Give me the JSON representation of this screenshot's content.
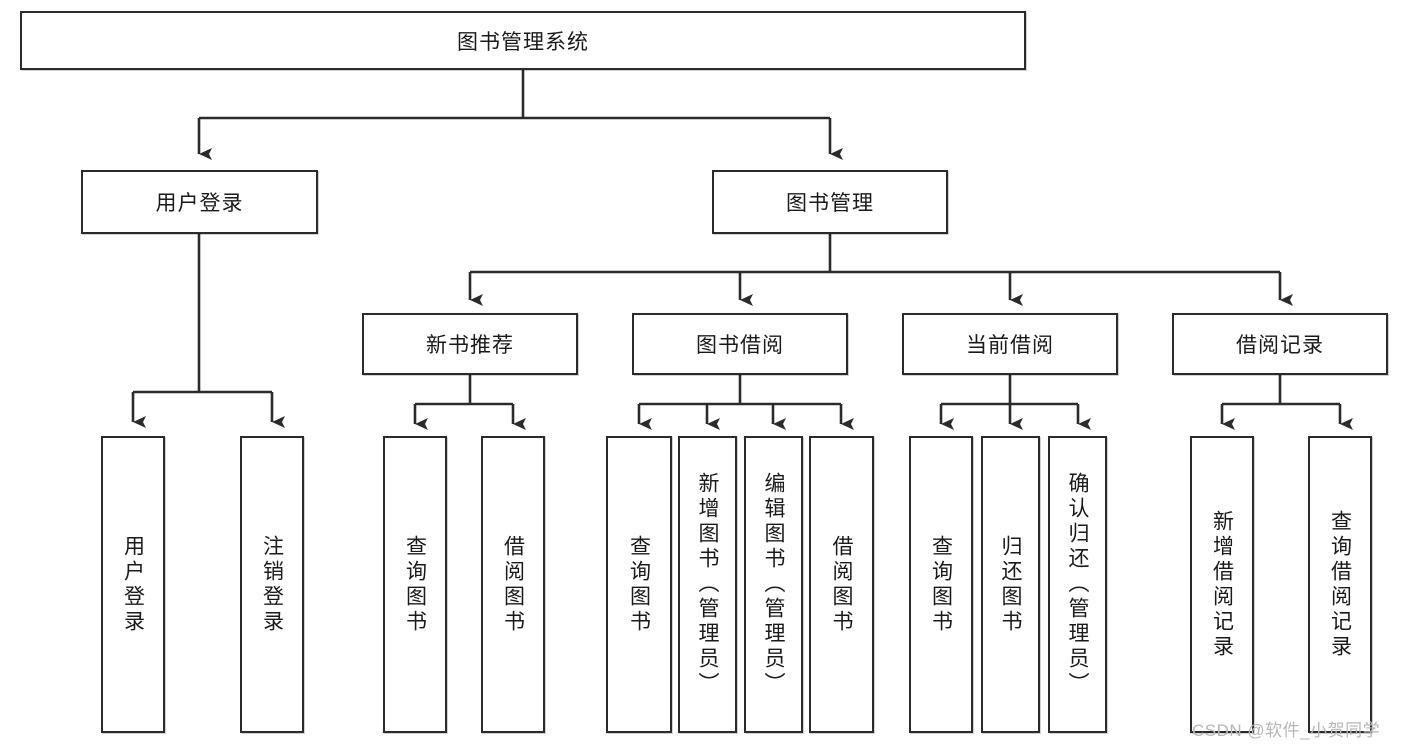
{
  "diagram": {
    "title": "图书管理系统",
    "type": "tree",
    "theme": {
      "background": "#ffffff",
      "node_fill": "#ffffff",
      "node_border": "#2b2b2b",
      "line_color": "#2b2b2b",
      "text_color": "#1a1a1a",
      "watermark_color": "#b6b6b6"
    },
    "root": {
      "label": "图书管理系统"
    },
    "level1": [
      {
        "label": "用户登录"
      },
      {
        "label": "图书管理"
      }
    ],
    "level2": [
      {
        "label": "新书推荐"
      },
      {
        "label": "图书借阅"
      },
      {
        "label": "当前借阅"
      },
      {
        "label": "借阅记录"
      }
    ],
    "leaves": {
      "user_login": [
        {
          "label": "用户登录"
        },
        {
          "label": "注销登录"
        }
      ],
      "new_book_recommend": [
        {
          "label": "查询图书"
        },
        {
          "label": "借阅图书"
        }
      ],
      "book_borrow": [
        {
          "label": "查询图书"
        },
        {
          "label": "新增图书（管理员）"
        },
        {
          "label": "编辑图书（管理员）"
        },
        {
          "label": "借阅图书"
        }
      ],
      "current_borrow": [
        {
          "label": "查询图书"
        },
        {
          "label": "归还图书"
        },
        {
          "label": "确认归还（管理员）"
        }
      ],
      "borrow_record": [
        {
          "label": "新增借阅记录"
        },
        {
          "label": "查询借阅记录"
        }
      ]
    }
  },
  "watermark": {
    "text": "CSDN @软件_小贺同学"
  }
}
